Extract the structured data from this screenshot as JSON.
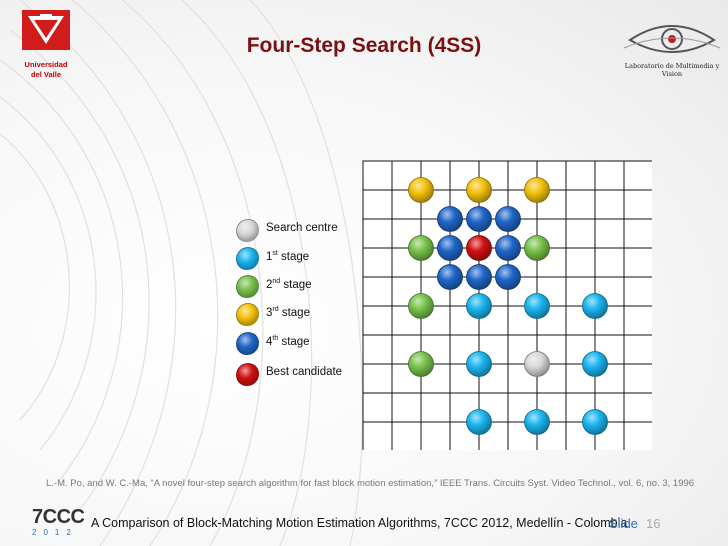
{
  "title": "Four-Step Search (4SS)",
  "logos": {
    "university_line1": "Universidad",
    "university_line2": "del Valle",
    "lab": "Laboratorio de Multimedia y Vision"
  },
  "colors": {
    "search_centre": "#d8d8d8",
    "stage1": "#19b4ee",
    "stage2": "#77c24a",
    "stage3": "#f3c10a",
    "stage4": "#1f66c8",
    "best_candidate": "#d01010"
  },
  "legend": [
    {
      "key": "search_centre",
      "label": "Search centre",
      "sup": ""
    },
    {
      "key": "stage1",
      "label": "stage",
      "sup": "st",
      "prefix": "1"
    },
    {
      "key": "stage2",
      "label": "stage",
      "sup": "nd",
      "prefix": "2"
    },
    {
      "key": "stage3",
      "label": "stage",
      "sup": "rd",
      "prefix": "3"
    },
    {
      "key": "stage4",
      "label": "stage",
      "sup": "th",
      "prefix": "4"
    },
    {
      "key": "best_candidate",
      "label": "Best candidate",
      "sup": ""
    }
  ],
  "search_grid": {
    "rows": 10,
    "cols": 10,
    "points": [
      {
        "r": 1,
        "c": 2,
        "k": "stage3"
      },
      {
        "r": 1,
        "c": 4,
        "k": "stage3"
      },
      {
        "r": 1,
        "c": 6,
        "k": "stage3"
      },
      {
        "r": 2,
        "c": 3,
        "k": "stage4"
      },
      {
        "r": 2,
        "c": 4,
        "k": "stage4"
      },
      {
        "r": 2,
        "c": 5,
        "k": "stage4"
      },
      {
        "r": 3,
        "c": 2,
        "k": "stage2"
      },
      {
        "r": 3,
        "c": 3,
        "k": "stage4"
      },
      {
        "r": 3,
        "c": 4,
        "k": "best_candidate"
      },
      {
        "r": 3,
        "c": 5,
        "k": "stage4"
      },
      {
        "r": 3,
        "c": 6,
        "k": "stage2"
      },
      {
        "r": 4,
        "c": 3,
        "k": "stage4"
      },
      {
        "r": 4,
        "c": 4,
        "k": "stage4"
      },
      {
        "r": 4,
        "c": 5,
        "k": "stage4"
      },
      {
        "r": 5,
        "c": 2,
        "k": "stage2"
      },
      {
        "r": 5,
        "c": 4,
        "k": "stage1"
      },
      {
        "r": 5,
        "c": 6,
        "k": "stage1"
      },
      {
        "r": 5,
        "c": 8,
        "k": "stage1"
      },
      {
        "r": 7,
        "c": 2,
        "k": "stage2"
      },
      {
        "r": 7,
        "c": 4,
        "k": "stage1"
      },
      {
        "r": 7,
        "c": 6,
        "k": "search_centre"
      },
      {
        "r": 7,
        "c": 8,
        "k": "stage1"
      },
      {
        "r": 9,
        "c": 4,
        "k": "stage1"
      },
      {
        "r": 9,
        "c": 6,
        "k": "stage1"
      },
      {
        "r": 9,
        "c": 8,
        "k": "stage1"
      }
    ]
  },
  "reference": "L.-M. Po, and W. C.-Ma, “A novel four-step search algorithm for fast block motion estimation,” IEEE Trans. Circuits Syst. Video Technol., vol. 6, no. 3, 1996",
  "footer": {
    "conference_big": "7CCC",
    "conference_year": "2012",
    "text": "A Comparison of Block-Matching Motion Estimation Algorithms, 7CCC 2012, Medellín - Colombia",
    "slide_label": "Slide",
    "slide_number": "16"
  }
}
